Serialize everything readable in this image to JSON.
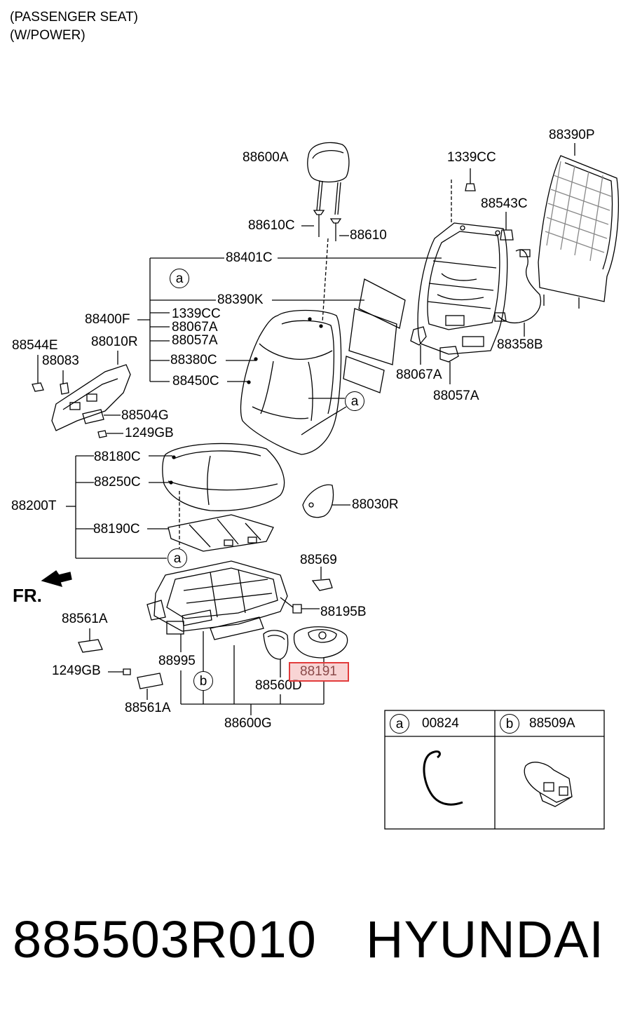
{
  "header": {
    "line1": "(PASSENGER SEAT)",
    "line2": "(W/POWER)"
  },
  "labels": {
    "p88600A": "88600A",
    "p1339CC_top": "1339CC",
    "p88390P": "88390P",
    "p88543C": "88543C",
    "p88610C": "88610C",
    "p88610": "88610",
    "p88401C": "88401C",
    "p88390K": "88390K",
    "p88400F": "88400F",
    "p1339CC_mid": "1339CC",
    "p88067A_mid": "88067A",
    "p88057A_mid": "88057A",
    "p88380C": "88380C",
    "p88450C": "88450C",
    "p88544E": "88544E",
    "p88010R": "88010R",
    "p88083": "88083",
    "p88504G": "88504G",
    "p1249GB_top": "1249GB",
    "p88358B": "88358B",
    "p88067A_right": "88067A",
    "p88057A_right": "88057A",
    "p88180C": "88180C",
    "p88250C": "88250C",
    "p88200T": "88200T",
    "p88190C": "88190C",
    "p88030R": "88030R",
    "p88569": "88569",
    "fr": "FR.",
    "p88195B": "88195B",
    "p88561A_top": "88561A",
    "p88995": "88995",
    "p1249GB_bot": "1249GB",
    "p88191": "88191",
    "p88560D": "88560D",
    "p88561A_bot": "88561A",
    "p88600G": "88600G"
  },
  "callouts": {
    "a": "a",
    "b": "b"
  },
  "legend": {
    "cells": [
      {
        "letter": "a",
        "part": "00824"
      },
      {
        "letter": "b",
        "part": "88509A"
      }
    ]
  },
  "footer": {
    "part_number": "885503R010",
    "brand": "HYUNDAI"
  },
  "colors": {
    "highlight_border": "#e23c3c",
    "highlight_fill": "#f0a0a0"
  }
}
